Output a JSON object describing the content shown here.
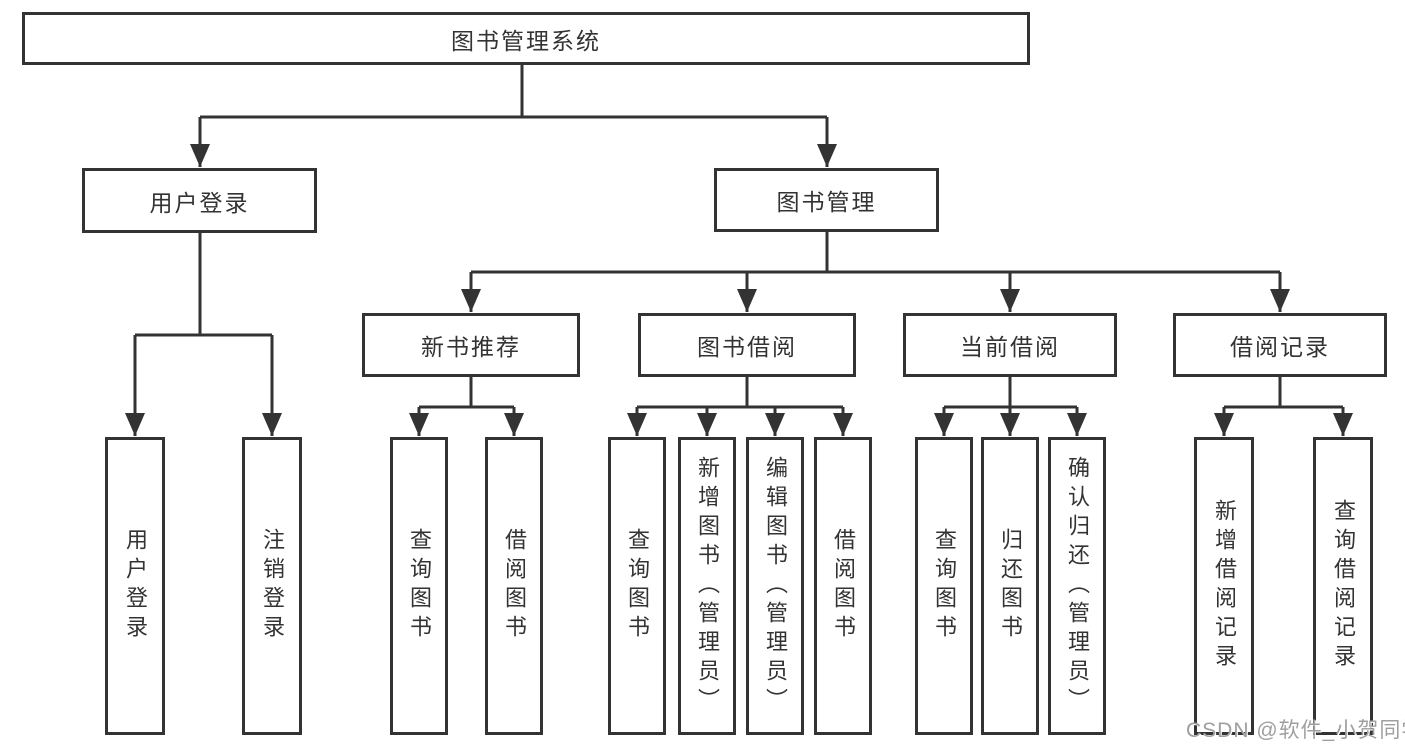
{
  "tree": {
    "label": "图书管理系统",
    "children": [
      {
        "label": "用户登录",
        "children": [
          {
            "label": "用户登录"
          },
          {
            "label": "注销登录"
          }
        ]
      },
      {
        "label": "图书管理",
        "children": [
          {
            "label": "新书推荐",
            "children": [
              {
                "label": "查询图书"
              },
              {
                "label": "借阅图书"
              }
            ]
          },
          {
            "label": "图书借阅",
            "children": [
              {
                "label": "查询图书"
              },
              {
                "label": "新增图书（管理员）"
              },
              {
                "label": "编辑图书（管理员）"
              },
              {
                "label": "借阅图书"
              }
            ]
          },
          {
            "label": "当前借阅",
            "children": [
              {
                "label": "查询图书"
              },
              {
                "label": "归还图书"
              },
              {
                "label": "确认归还（管理员）"
              }
            ]
          },
          {
            "label": "借阅记录",
            "children": [
              {
                "label": "新增借阅记录"
              },
              {
                "label": "查询借阅记录"
              }
            ]
          }
        ]
      }
    ]
  },
  "watermark": {
    "text": "CSDN @软件_小贺同学"
  },
  "colors": {
    "line": "#333333",
    "box_border": "#333333",
    "text": "#333333",
    "watermark": "#9f9f9f",
    "background": "#ffffff"
  }
}
